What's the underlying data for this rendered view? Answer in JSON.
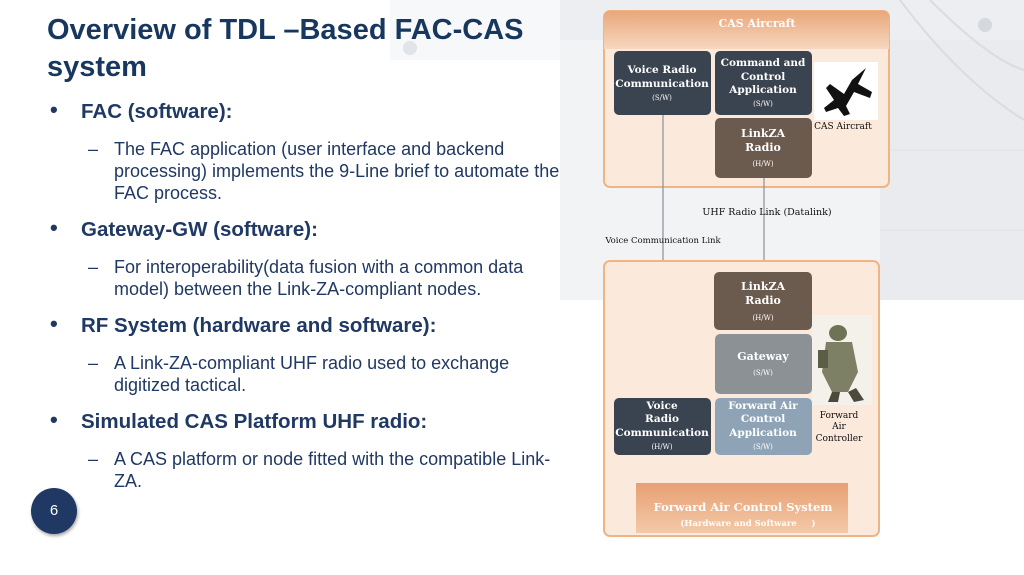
{
  "slide": {
    "title": "Overview of TDL –Based FAC-CAS system",
    "page_number": "6"
  },
  "bullets": [
    {
      "heading": "FAC (software):",
      "detail": "The FAC application (user interface and backend processing) implements the 9-Line brief to automate the FAC process."
    },
    {
      "heading": "Gateway-GW (software):",
      "detail": "For interoperability(data fusion with a common data model) between the Link-ZA-compliant nodes."
    },
    {
      "heading": "RF System (hardware and software):",
      "detail": "A Link-ZA-compliant UHF radio used to exchange digitized tactical."
    },
    {
      "heading": "Simulated CAS Platform UHF radio:",
      "detail": "A CAS platform or node fitted with the compatible Link-ZA."
    }
  ],
  "diagram": {
    "cas_panel_title": "CAS Aircraft",
    "cas_voice_radio": {
      "line1": "Voice Radio",
      "line2": "Communication",
      "tag": "(S/W)"
    },
    "cas_command_app": {
      "line1": "Command and",
      "line2": "Control",
      "line3": "Application",
      "tag": "(S/W)"
    },
    "cas_linkza": {
      "line1": "LinkZA",
      "line2": "Radio",
      "tag": "(H/W)"
    },
    "cas_aircraft_label": "CAS Aircraft",
    "uhf_link_label": "UHF Radio Link (Datalink)",
    "voice_link_label": "Voice Communication Link",
    "fac_linkza": {
      "line1": "LinkZA",
      "line2": "Radio",
      "tag": "(H/W)"
    },
    "gateway": {
      "line1": "Gateway",
      "tag": "(S/W)"
    },
    "fac_voice_radio": {
      "line1": "Voice",
      "line2": "Radio",
      "line3": "Communication",
      "tag": "(H/W)"
    },
    "fac_app": {
      "line1": "Forward Air",
      "line2": "Control",
      "line3": "Application",
      "tag": "(S/W)"
    },
    "fac_person_label": {
      "line1": "Forward",
      "line2": "Air",
      "line3": "Controller"
    },
    "fac_system_title": "Forward Air Control System",
    "fac_system_subtitle": "(Hardware and Software     )"
  },
  "colors": {
    "title": "#17375e",
    "panel_bg": "#fbe9dc",
    "panel_border": "#f0b483",
    "dark_box": "#3a4350",
    "brown_box": "#6b5a4e",
    "grey_box": "#8c9196",
    "blue_box": "#8fa3b7",
    "footer_bar": "#e6a57a"
  }
}
